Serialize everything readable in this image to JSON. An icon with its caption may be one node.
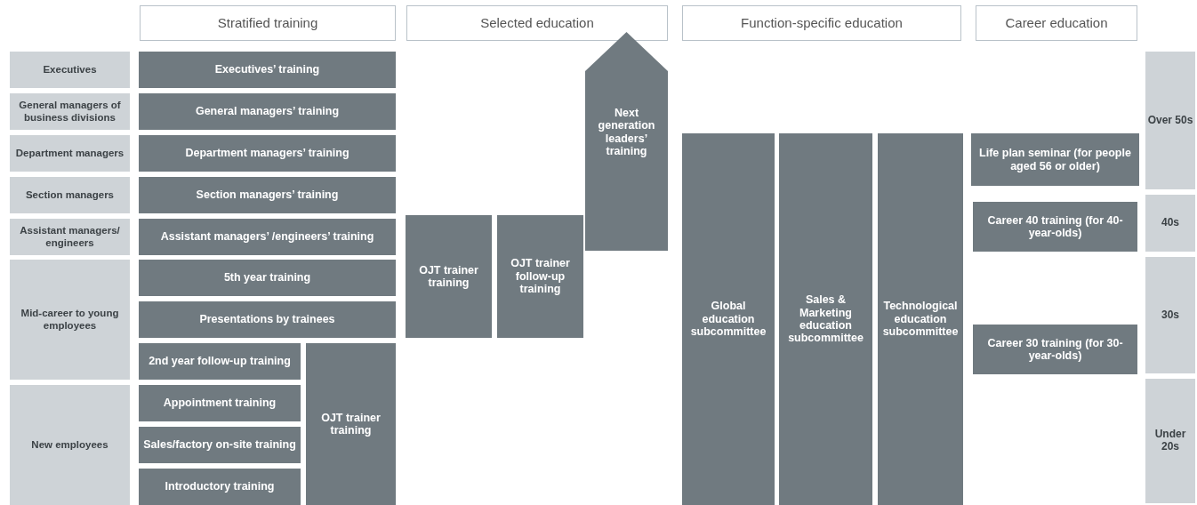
{
  "diagram": {
    "nodes": [
      {
        "text": [
          "Stratified training"
        ]
      },
      {
        "text": [
          "Selected education"
        ]
      },
      {
        "text": [
          "Function-specific education"
        ]
      },
      {
        "text": [
          "Career education"
        ]
      },
      {
        "text": [
          "Executives"
        ]
      },
      {
        "text": [
          "General managers of business divisions"
        ]
      },
      {
        "text": [
          "Department managers"
        ]
      },
      {
        "text": [
          "Section managers"
        ]
      },
      {
        "text": [
          "Assistant managers/ engineers"
        ]
      },
      {
        "text": [
          "Mid-career to young employees"
        ]
      },
      {
        "text": [
          "New employees"
        ]
      },
      {
        "text": [
          "Executives’ training"
        ]
      },
      {
        "text": [
          "General managers’ training"
        ]
      },
      {
        "text": [
          "Department managers’ training"
        ]
      },
      {
        "text": [
          "Section managers’ training"
        ]
      },
      {
        "text": [
          "Assistant managers’ /engineers’ training"
        ]
      },
      {
        "text": [
          "5th year training"
        ]
      },
      {
        "text": [
          "Presentations by trainees"
        ]
      },
      {
        "text": [
          "2nd year follow-up training"
        ]
      },
      {
        "text": [
          "Appointment training"
        ]
      },
      {
        "text": [
          "Sales/factory on-site training"
        ]
      },
      {
        "text": [
          "Introductory training"
        ]
      },
      {
        "text": [
          "OJT trainer training"
        ]
      },
      {
        "text": [
          "OJT trainer training"
        ]
      },
      {
        "text": [
          "OJT trainer follow-up training"
        ]
      },
      {
        "text": [
          "Next generation leaders’ training"
        ]
      },
      {
        "text": [
          "Global education subcommittee"
        ]
      },
      {
        "text": [
          "Sales & Marketing education subcommittee"
        ]
      },
      {
        "text": [
          "Technological education subcommittee"
        ]
      },
      {
        "text": [
          "Life plan seminar (for people aged 56 or older)"
        ]
      },
      {
        "text": [
          "Career 40 training (for 40-year-olds)"
        ]
      },
      {
        "text": [
          "Career 30 training (for 30-year-olds)"
        ]
      },
      {
        "text": [
          "Over 50s"
        ]
      },
      {
        "text": [
          "40s"
        ]
      },
      {
        "text": [
          "30s"
        ]
      },
      {
        "text": [
          "Under 20s"
        ]
      }
    ]
  }
}
